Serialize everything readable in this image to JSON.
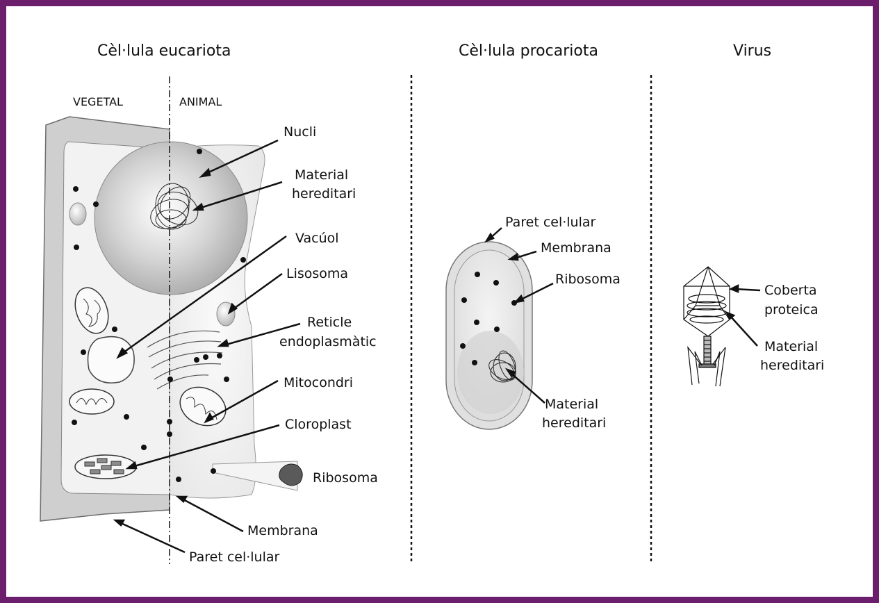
{
  "colors": {
    "frame": "#6b1e6b",
    "wall": "#cfcfcf",
    "cytoplasm": "#f0f0f0",
    "nucleus": "#c9c9c9"
  },
  "titles": {
    "eukaryote": "Cèl·lula eucariota",
    "prokaryote": "Cèl·lula procariota",
    "virus": "Virus"
  },
  "eukaryote": {
    "plant_side": "VEGETAL",
    "animal_side": "ANIMAL",
    "labels": {
      "nucleus": "Nucli",
      "hereditary_1": "Material",
      "hereditary_2": "hereditari",
      "vacuole": "Vacúol",
      "lysosome": "Lisosoma",
      "er_1": "Reticle",
      "er_2": "endoplasmàtic",
      "mitochondrion": "Mitocondri",
      "chloroplast": "Cloroplast",
      "ribosome": "Ribosoma",
      "membrane": "Membrana",
      "cell_wall": "Paret cel·lular"
    }
  },
  "prokaryote": {
    "labels": {
      "cell_wall": "Paret cel·lular",
      "membrane": "Membrana",
      "ribosome": "Ribosoma",
      "hereditary_1": "Material",
      "hereditary_2": "hereditari"
    }
  },
  "virus": {
    "labels": {
      "coat_1": "Coberta",
      "coat_2": "proteica",
      "hereditary_1": "Material",
      "hereditary_2": "hereditari"
    }
  }
}
